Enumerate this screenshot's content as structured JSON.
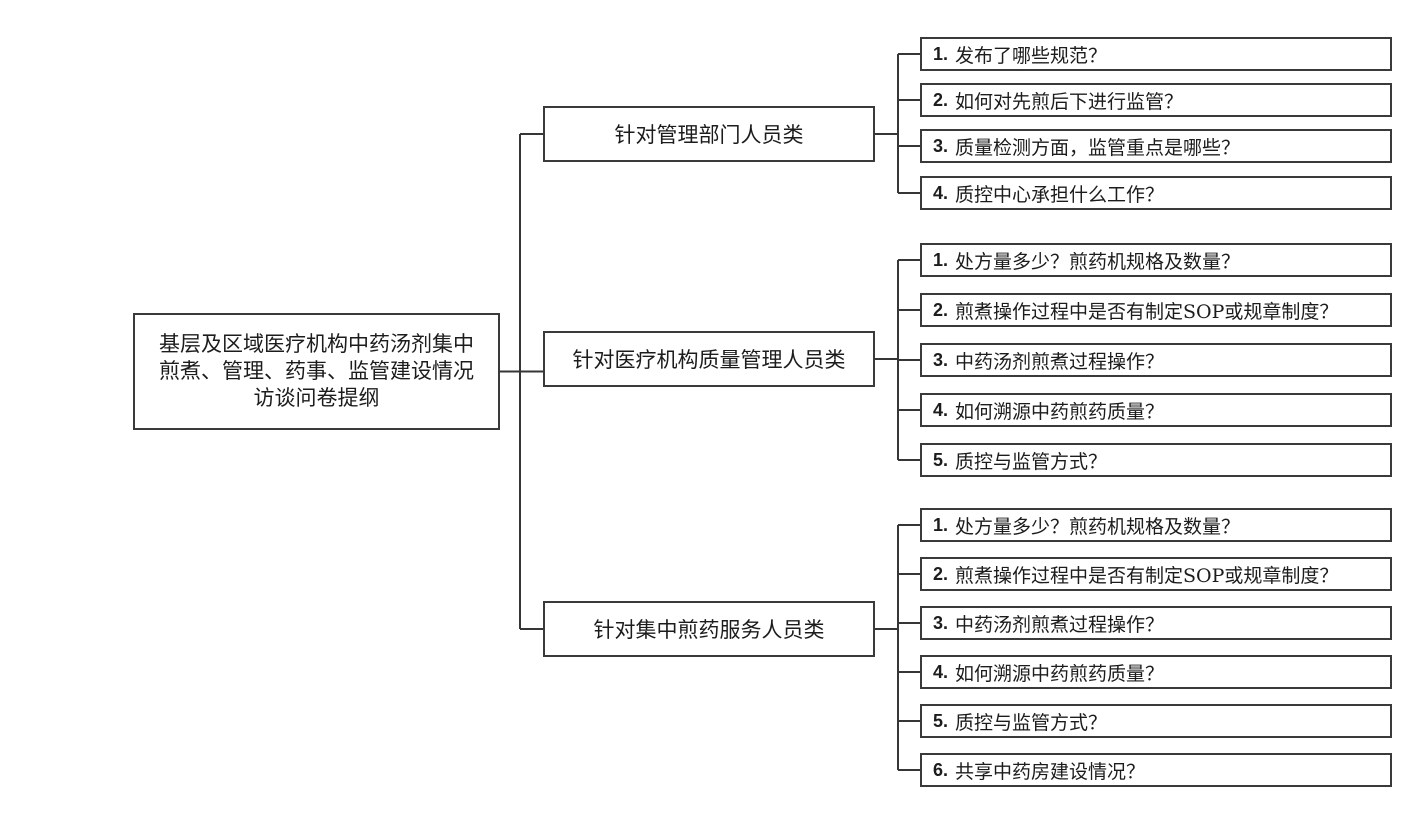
{
  "root": {
    "title_lines": [
      "基层及区域医疗机构中药汤剂集中",
      "煎煮、管理、药事、监管建设情况",
      "访谈问卷提纲"
    ]
  },
  "branches": [
    {
      "label": "针对管理部门人员类",
      "questions": [
        {
          "num": "1.",
          "text": "发布了哪些规范？"
        },
        {
          "num": "2.",
          "text": "如何对先煎后下进行监管？"
        },
        {
          "num": "3.",
          "text": "质量检测方面，监管重点是哪些？"
        },
        {
          "num": "4.",
          "text": "质控中心承担什么工作？"
        }
      ]
    },
    {
      "label": "针对医疗机构质量管理人员类",
      "questions": [
        {
          "num": "1.",
          "text": "处方量多少？煎药机规格及数量？"
        },
        {
          "num": "2.",
          "text": "煎煮操作过程中是否有制定SOP或规章制度？"
        },
        {
          "num": "3.",
          "text": "中药汤剂煎煮过程操作？"
        },
        {
          "num": "4.",
          "text": "如何溯源中药煎药质量？"
        },
        {
          "num": "5.",
          "text": "质控与监管方式？"
        }
      ]
    },
    {
      "label": "针对集中煎药服务人员类",
      "questions": [
        {
          "num": "1.",
          "text": "处方量多少？煎药机规格及数量？"
        },
        {
          "num": "2.",
          "text": "煎煮操作过程中是否有制定SOP或规章制度？"
        },
        {
          "num": "3.",
          "text": "中药汤剂煎煮过程操作？"
        },
        {
          "num": "4.",
          "text": "如何溯源中药煎药质量？"
        },
        {
          "num": "5.",
          "text": "质控与监管方式？"
        },
        {
          "num": "6.",
          "text": "共享中药房建设情况？"
        }
      ]
    }
  ],
  "colors": {
    "line": "#363636",
    "box_border": "#3a3a3a",
    "background": "#ffffff",
    "text": "#1c1c1c"
  }
}
